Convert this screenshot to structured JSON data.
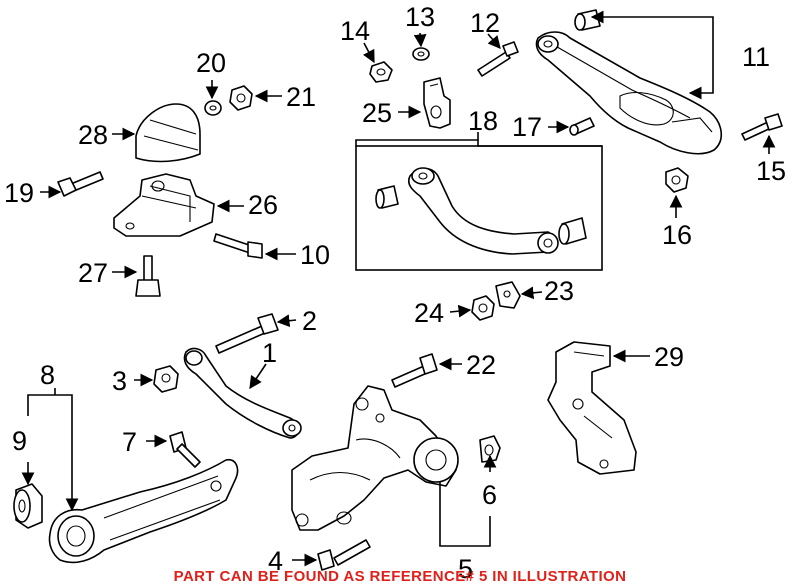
{
  "callouts": {
    "n1": "1",
    "n2": "2",
    "n3": "3",
    "n4": "4",
    "n5": "5",
    "n6": "6",
    "n7": "7",
    "n8": "8",
    "n9": "9",
    "n10": "10",
    "n11": "11",
    "n12": "12",
    "n13": "13",
    "n14": "14",
    "n15": "15",
    "n16": "16",
    "n17": "17",
    "n18": "18",
    "n19": "19",
    "n20": "20",
    "n21": "21",
    "n22": "22",
    "n23": "23",
    "n24": "24",
    "n25": "25",
    "n26": "26",
    "n27": "27",
    "n28": "28",
    "n29": "29"
  },
  "footer_note": "PART CAN BE FOUND AS REFERENCE# 5 IN ILLUSTRATION",
  "colors": {
    "footer_note": "#e0201a",
    "line": "#000000",
    "background": "#ffffff"
  }
}
